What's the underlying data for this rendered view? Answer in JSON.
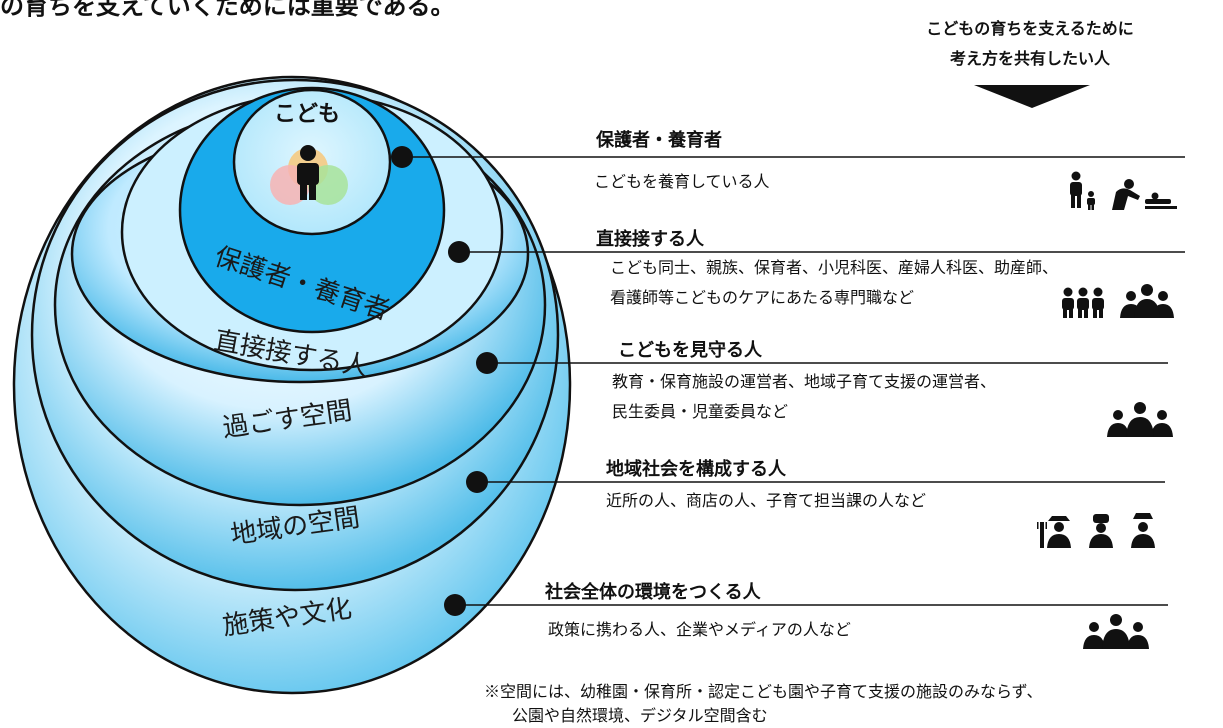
{
  "header": {
    "cut_text": "の育ちを支えていくためには重要である。",
    "audience_line1": "こどもの育ちを支えるために",
    "audience_line2": "考え方を共有したい人"
  },
  "rings": {
    "child": "こども",
    "caregiver": "保護者・養育者",
    "direct": "直接接する人",
    "space_spend": "過ごす空間",
    "space_local": "地域の空間",
    "culture": "施策や文化"
  },
  "categories": [
    {
      "title": "保護者・養育者",
      "desc1": "こどもを養育している人",
      "desc2": "",
      "icons": [
        "parent-child-icon",
        "caregiver-changing-icon"
      ]
    },
    {
      "title": "直接接する人",
      "desc1": "こども同士、親族、保育者、小児科医、産婦人科医、助産師、",
      "desc2": "看護師等こどものケアにあたる専門職など",
      "icons": [
        "three-people-icon",
        "group-icon"
      ]
    },
    {
      "title": "こどもを見守る人",
      "desc1": "教育・保育施設の運営者、地域子育て支援の運営者、",
      "desc2": "民生委員・児童委員など",
      "icons": [
        "group-icon"
      ]
    },
    {
      "title": "地域社会を構成する人",
      "desc1": "近所の人、商店の人、子育て担当課の人など",
      "desc2": "",
      "icons": [
        "farmer-icon",
        "cook-icon",
        "officer-icon"
      ]
    },
    {
      "title": "社会全体の環境をつくる人",
      "desc1": "政策に携わる人、企業やメディアの人など",
      "desc2": "",
      "icons": [
        "group-icon"
      ]
    }
  ],
  "footnote": {
    "line1": "※空間には、幼稚園・保育所・認定こども園や子育て支援の施設のみならず、",
    "line2": "公園や自然環境、デジタル空間含む"
  },
  "colors": {
    "deep_blue": "#1aa8e8",
    "light_blue": "#c9efff",
    "line": "#111111"
  }
}
